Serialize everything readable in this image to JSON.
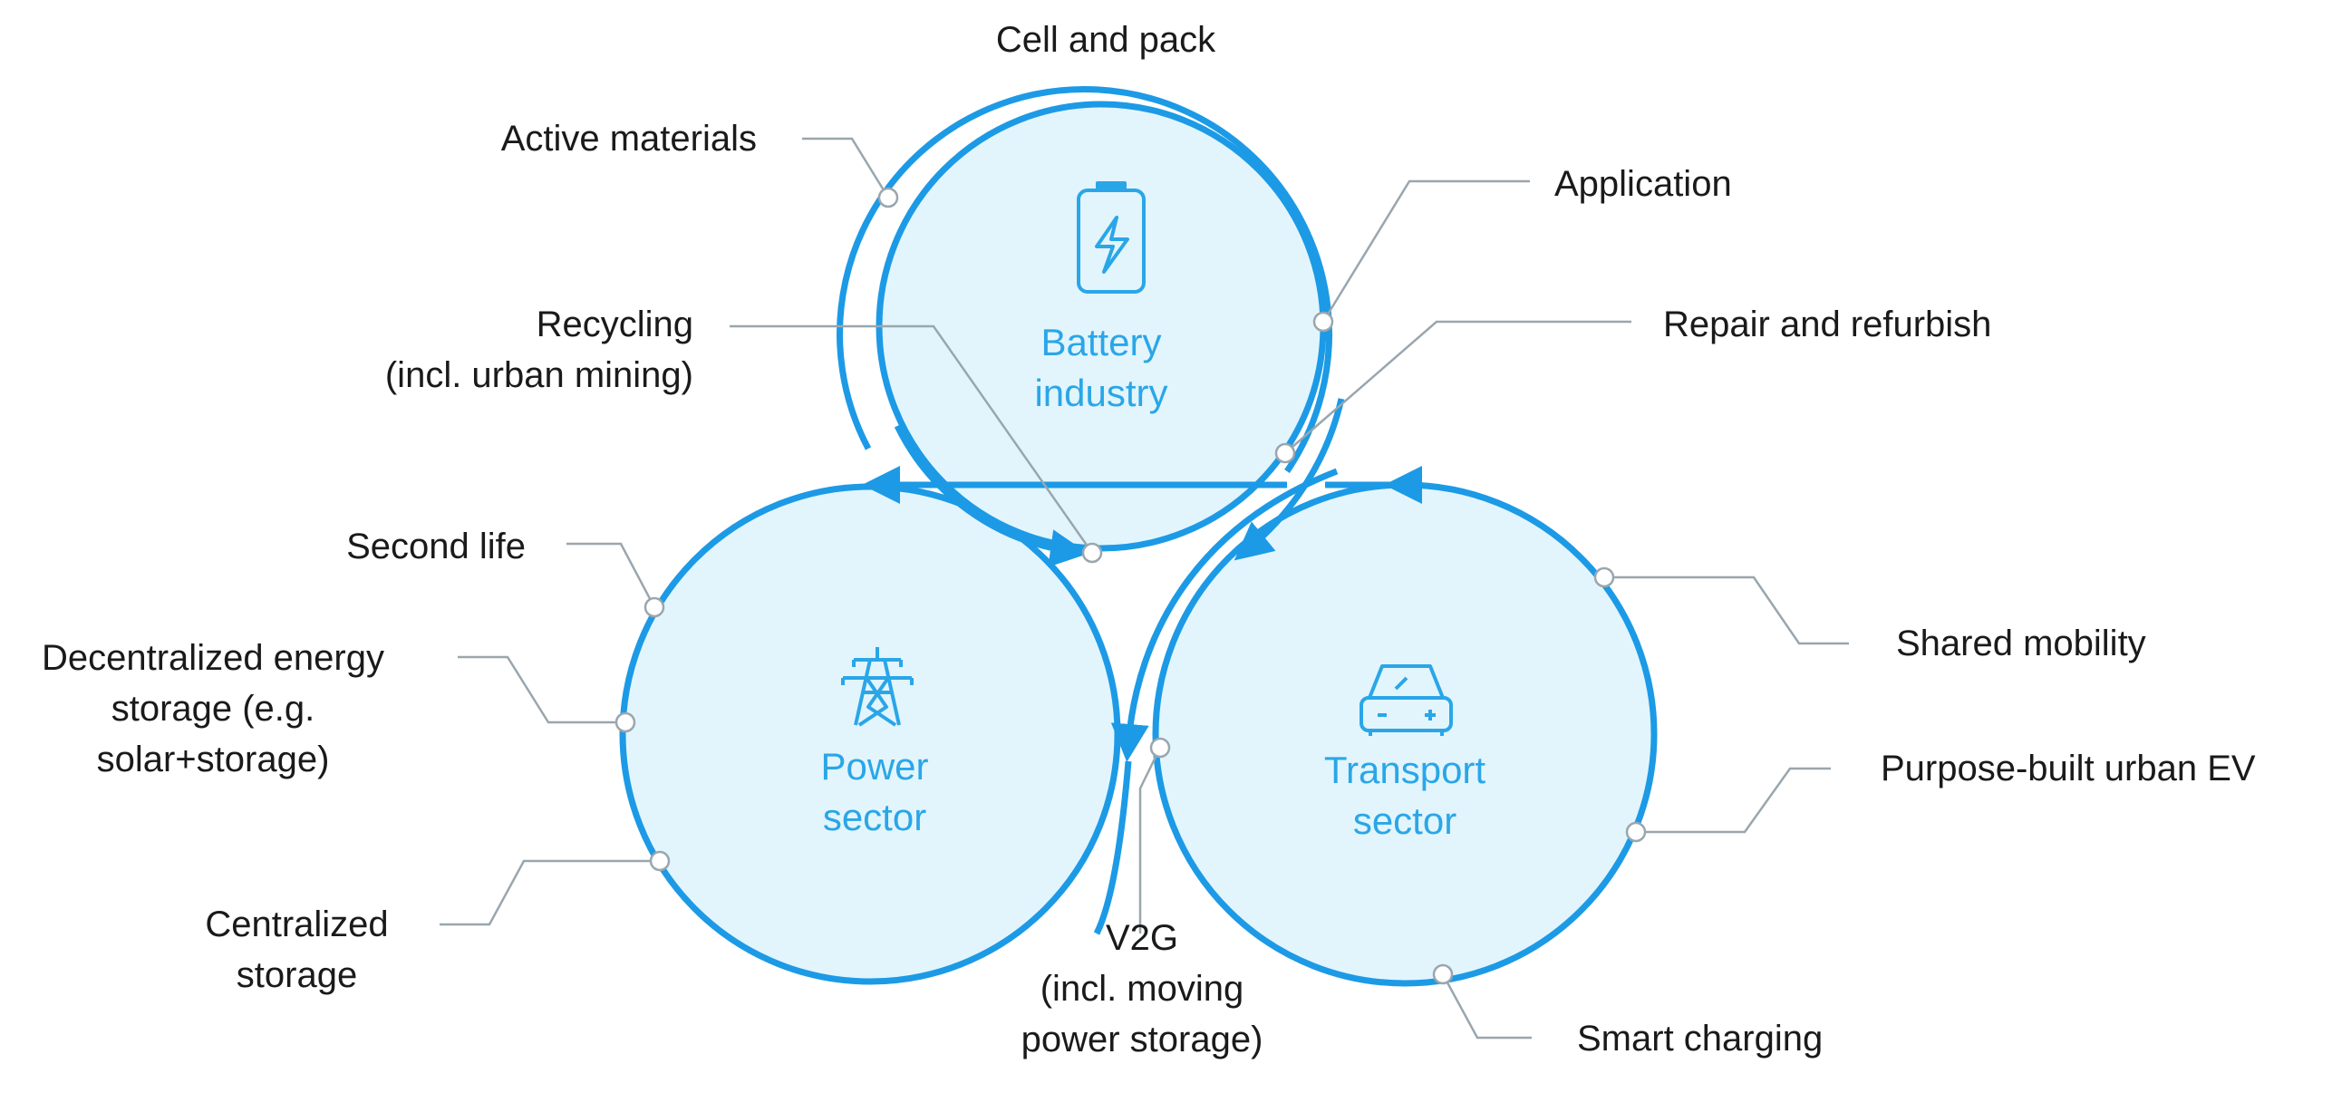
{
  "sectors": {
    "battery": {
      "label": "Battery\nindustry",
      "icon": "battery-charging-icon"
    },
    "power": {
      "label": "Power\nsector",
      "icon": "power-pylon-icon"
    },
    "transport": {
      "label": "Transport\nsector",
      "icon": "electric-car-icon"
    }
  },
  "labels": {
    "cell_and_pack": "Cell and pack",
    "active_materials": "Active materials",
    "application": "Application",
    "recycling": "Recycling\n(incl. urban mining)",
    "repair": "Repair and refurbish",
    "second_life": "Second life",
    "decentralized": "Decentralized energy\nstorage (e.g.\nsolar+storage)",
    "centralized": "Centralized\nstorage",
    "shared_mobility": "Shared mobility",
    "purpose_built": "Purpose-built urban EV",
    "v2g": "V2G\n(incl. moving\npower storage)",
    "smart_charging": "Smart charging"
  },
  "colors": {
    "stroke": "#1c9ae6",
    "fill": "#e2f5fc",
    "sector_text": "#2aa6e8",
    "leader": "#9aa6ae",
    "label_text": "#1a1a1a"
  }
}
